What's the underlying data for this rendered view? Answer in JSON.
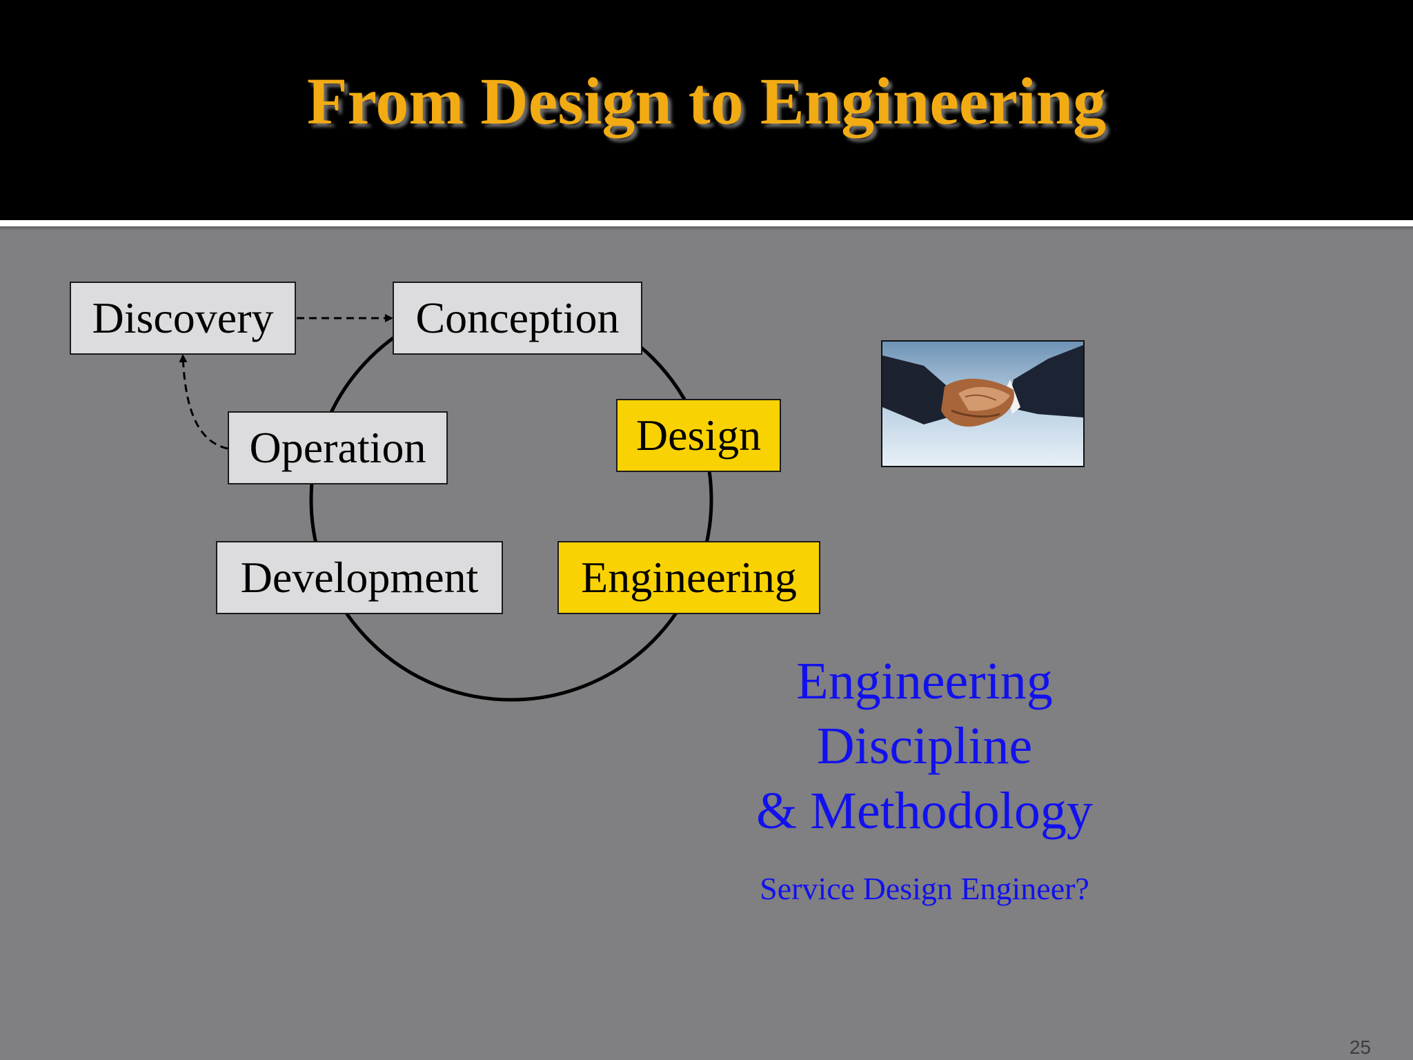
{
  "slide": {
    "title": "From Design to Engineering",
    "page_number": "25"
  },
  "diagram": {
    "stages": {
      "discovery": "Discovery",
      "conception": "Conception",
      "operation": "Operation",
      "design": "Design",
      "development": "Development",
      "engineering": "Engineering"
    },
    "colors": {
      "grey_box": "#dcdcde",
      "highlight_box": "#f9d203"
    }
  },
  "caption": {
    "line1": "Engineering",
    "line2": "Discipline",
    "line3": "& Methodology",
    "question": "Service Design Engineer?"
  },
  "image": {
    "icon": "handshake-photo"
  },
  "colors": {
    "title": "#f2ab13",
    "caption": "#1111ee",
    "background": "#807f82",
    "header": "#000000"
  }
}
